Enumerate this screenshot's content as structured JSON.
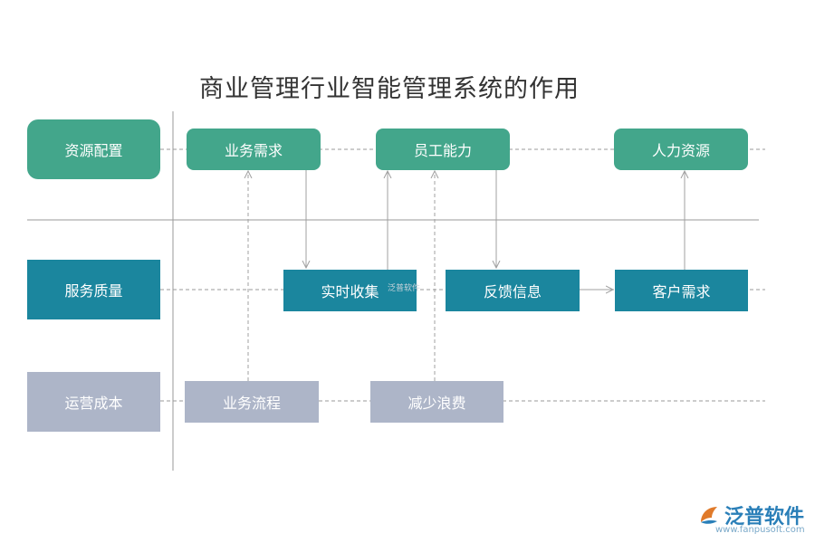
{
  "title": "商业管理行业智能管理系统的作用",
  "rows": {
    "resource": {
      "label": "资源配置",
      "nodes": {
        "business_demand": "业务需求",
        "staff_ability": "员工能力",
        "human_resource": "人力资源"
      }
    },
    "service": {
      "label": "服务质量",
      "nodes": {
        "realtime_collect": "实时收集",
        "feedback_info": "反馈信息",
        "customer_demand": "客户需求"
      }
    },
    "cost": {
      "label": "运营成本",
      "nodes": {
        "business_process": "业务流程",
        "reduce_waste": "减少浪费"
      }
    }
  },
  "watermark": "泛普软件",
  "logo": {
    "text": "泛普软件",
    "url": "www.fanpusoft.com",
    "icon": "fanpu-logo-icon"
  },
  "colors": {
    "green": "#43a68b",
    "teal": "#1b869e",
    "grey": "#adb5c8"
  }
}
